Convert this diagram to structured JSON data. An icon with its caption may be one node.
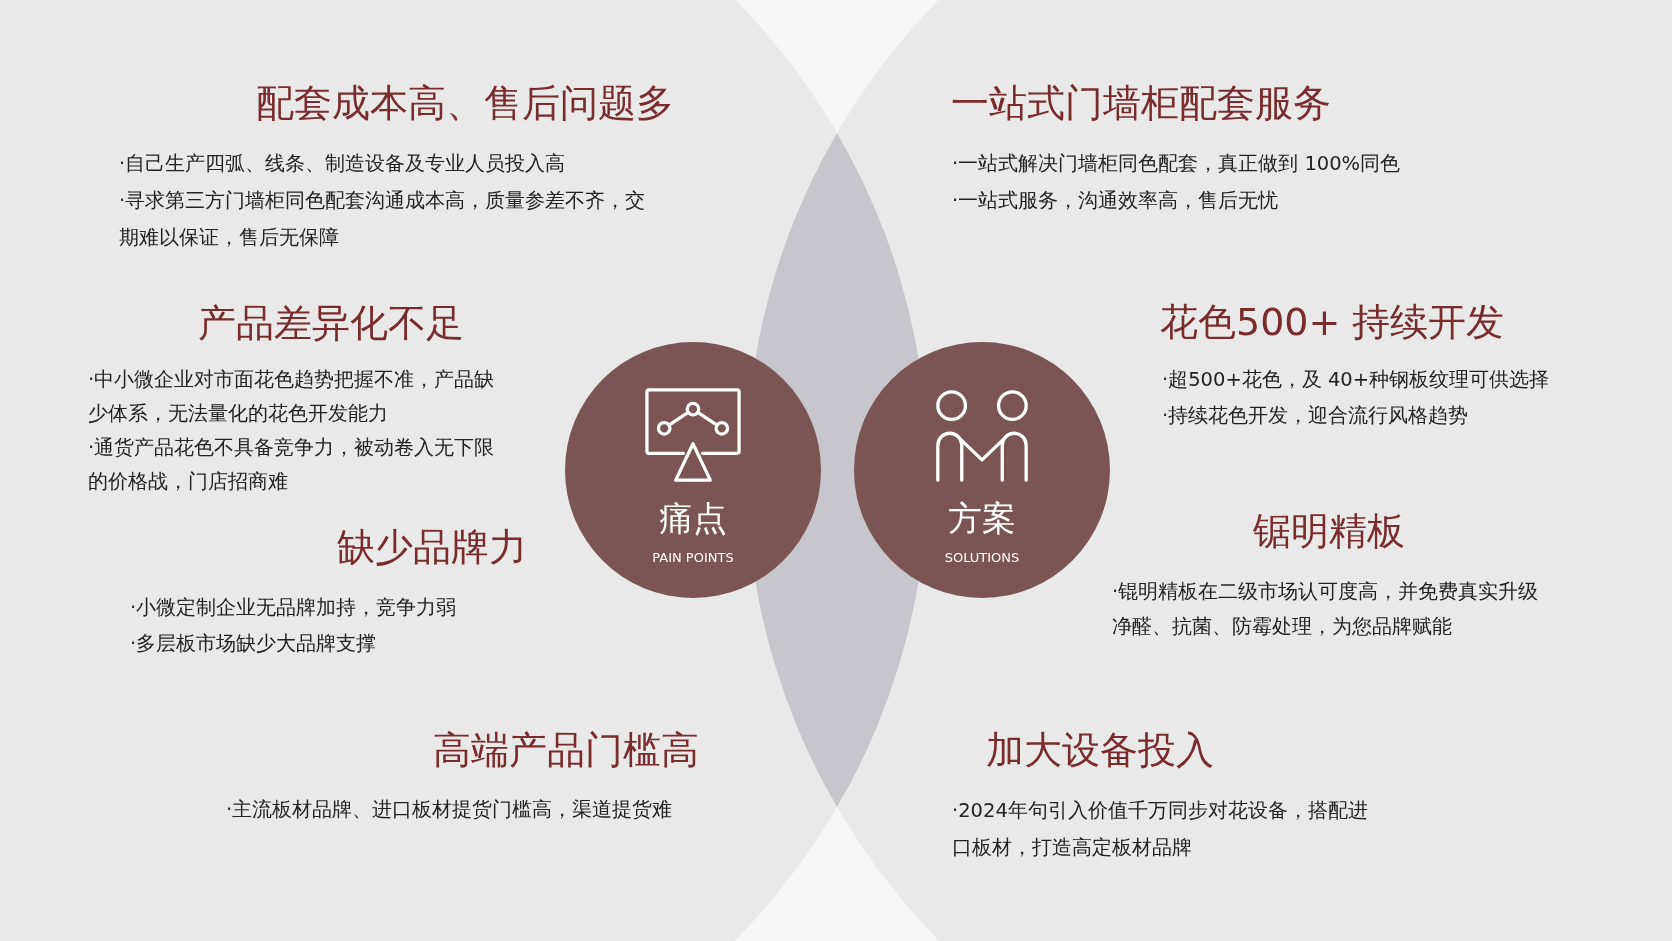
{
  "diagram": {
    "nodes": [
      {
        "text": [
          "痛点",
          "PAIN POINTS"
        ]
      },
      {
        "text": [
          "方案",
          "SOLUTIONS"
        ]
      }
    ],
    "labels": [
      "配套成本高、售后问题多",
      "·自己生产四弧、线条、制造设备及专业人员投入高",
      "·寻求第三方门墙柜同色配套沟通成本高，质量参差不齐，交期难以保证，售后无保障",
      "产品差异化不足",
      "·中小微企业对市面花色趋势把握不准，产品缺少体系，无法量化的花色开发能力",
      "·通货产品花色不具备竞争力，被动卷入无下限的价格战，门店招商难",
      "缺少品牌力",
      "·小微定制企业无品牌加持，竞争力弱",
      "·多层板市场缺少大品牌支撑",
      "高端产品门槛高",
      "·主流板材品牌、进口板材提货门槛高，渠道提货难",
      "一站式门墙柜配套服务",
      "·一站式解决门墙柜同色配套，真正做到 100%同色",
      "·一站式服务，沟通效率高，售后无忧",
      "花色500+ 持续开发",
      "·超500+花色，及 40+种钢板纹理可供选择",
      "·持续花色开发，迎合流行风格趋势",
      "锯明精板",
      "·锟明精板在二级市场认可度高，并免费真实升级净醛、抗菌、防霉处理，为您品牌赋能",
      "加大设备投入",
      "·2024年句引入价值千万同步对花设备，搭配进口板材，打造高定板材品牌"
    ]
  }
}
